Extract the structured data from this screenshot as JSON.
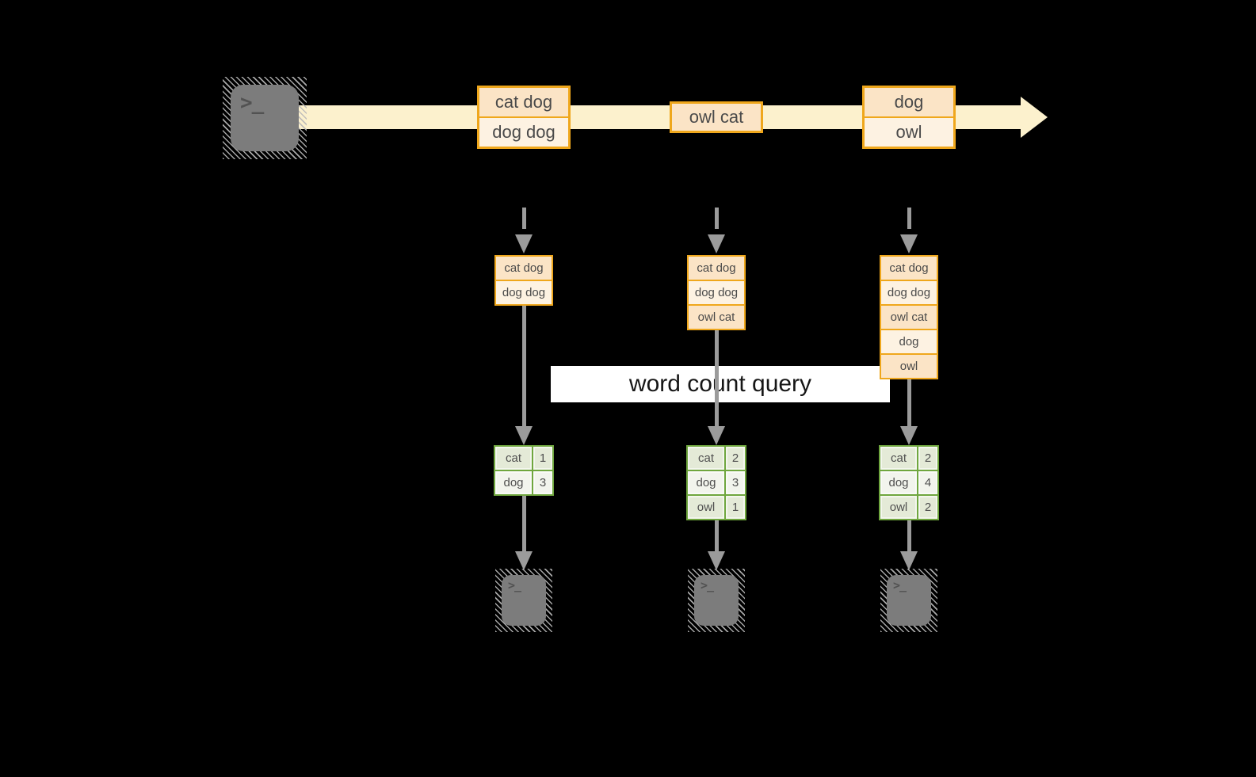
{
  "query": {
    "label": "word count query"
  },
  "terminal": {
    "glyph": ">_"
  },
  "stream": {
    "batches": [
      {
        "rows": [
          "cat dog",
          "dog dog"
        ]
      },
      {
        "rows": [
          "owl cat"
        ]
      },
      {
        "rows": [
          "dog",
          "owl"
        ]
      }
    ]
  },
  "states": [
    {
      "rows": [
        "cat dog",
        "dog dog"
      ]
    },
    {
      "rows": [
        "cat dog",
        "dog dog",
        "owl cat"
      ]
    },
    {
      "rows": [
        "cat dog",
        "dog dog",
        "owl cat",
        "dog",
        "owl"
      ]
    }
  ],
  "results": [
    {
      "rows": [
        {
          "word": "cat",
          "count": "1"
        },
        {
          "word": "dog",
          "count": "3"
        }
      ]
    },
    {
      "rows": [
        {
          "word": "cat",
          "count": "2"
        },
        {
          "word": "dog",
          "count": "3"
        },
        {
          "word": "owl",
          "count": "1"
        }
      ]
    },
    {
      "rows": [
        {
          "word": "cat",
          "count": "2"
        },
        {
          "word": "dog",
          "count": "4"
        },
        {
          "word": "owl",
          "count": "2"
        }
      ]
    }
  ],
  "colors": {
    "background": "#000000",
    "stream_band": "#fcf1cd",
    "box_border": "#efa71c",
    "box_cell_dark": "#fbe4c6",
    "box_cell_light": "#fdf2e2",
    "table_border": "#6fa63e",
    "table_cell_dark": "#e4ead7",
    "table_cell_light": "#f2f4ed",
    "arrow_gray": "#9b9b9b",
    "terminal_fill": "#7c7c7c",
    "query_box": "#ffffff"
  }
}
